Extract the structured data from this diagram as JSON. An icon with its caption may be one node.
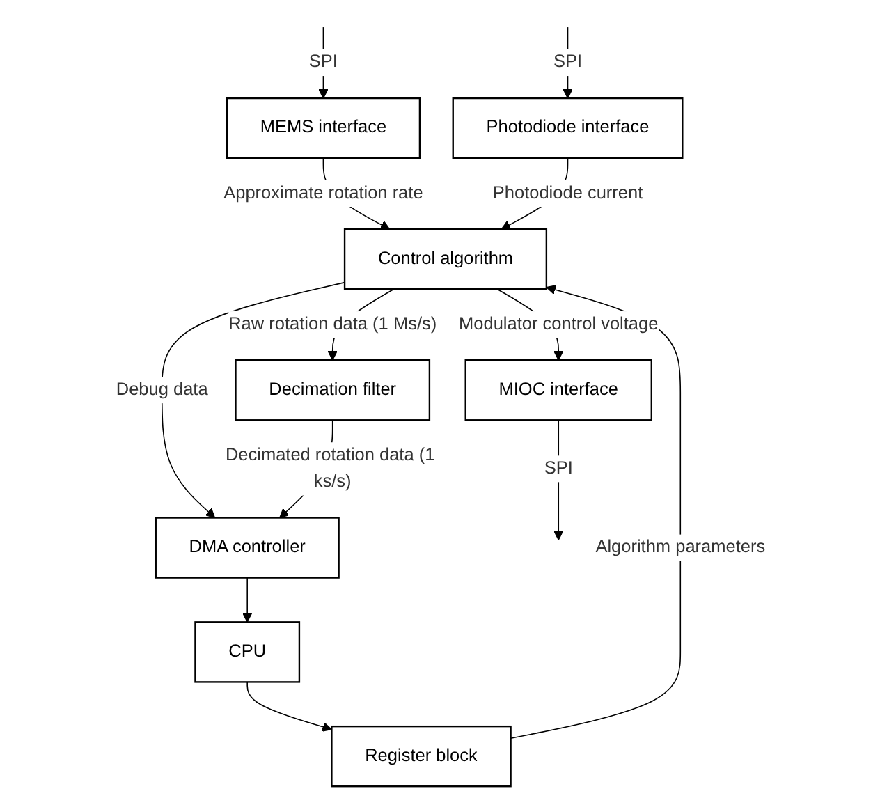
{
  "diagram": {
    "nodes": [
      {
        "text": [
          "MEMS interface"
        ]
      },
      {
        "text": [
          "Photodiode interface"
        ]
      },
      {
        "text": [
          "Control algorithm"
        ]
      },
      {
        "text": [
          "MIOC interface"
        ]
      },
      {
        "text": [
          "Decimation filter"
        ]
      },
      {
        "text": [
          "Register block"
        ]
      },
      {
        "text": [
          "DMA controller"
        ]
      },
      {
        "text": [
          "CPU"
        ]
      }
    ],
    "edges": [
      {
        "from": null,
        "to": 0,
        "arrow": "to",
        "label": "SPI"
      },
      {
        "from": null,
        "to": 1,
        "arrow": "to",
        "label": "SPI"
      },
      {
        "from": 0,
        "to": 2,
        "arrow": "to",
        "label": "Approximate rotation rate"
      },
      {
        "from": 1,
        "to": 2,
        "arrow": "to",
        "label": "Photodiode current"
      },
      {
        "from": 2,
        "to": 3,
        "arrow": "to",
        "label": "Modulator control voltage"
      },
      {
        "from": 3,
        "to": null,
        "arrow": "to",
        "label": "SPI"
      },
      {
        "from": 2,
        "to": 4,
        "arrow": "to",
        "label": "Raw rotation data (1 Ms/s)"
      },
      {
        "from": 5,
        "to": 2,
        "arrow": "to",
        "label": "Algorithm parameters"
      },
      {
        "from": 2,
        "to": 6,
        "arrow": "to",
        "label": "Debug data"
      },
      {
        "from": 4,
        "to": 6,
        "arrow": "to",
        "label": "Decimated rotation data (1 ks/s)"
      },
      {
        "from": 6,
        "to": 7,
        "arrow": "to"
      },
      {
        "from": 7,
        "to": 5,
        "arrow": "to"
      }
    ]
  }
}
